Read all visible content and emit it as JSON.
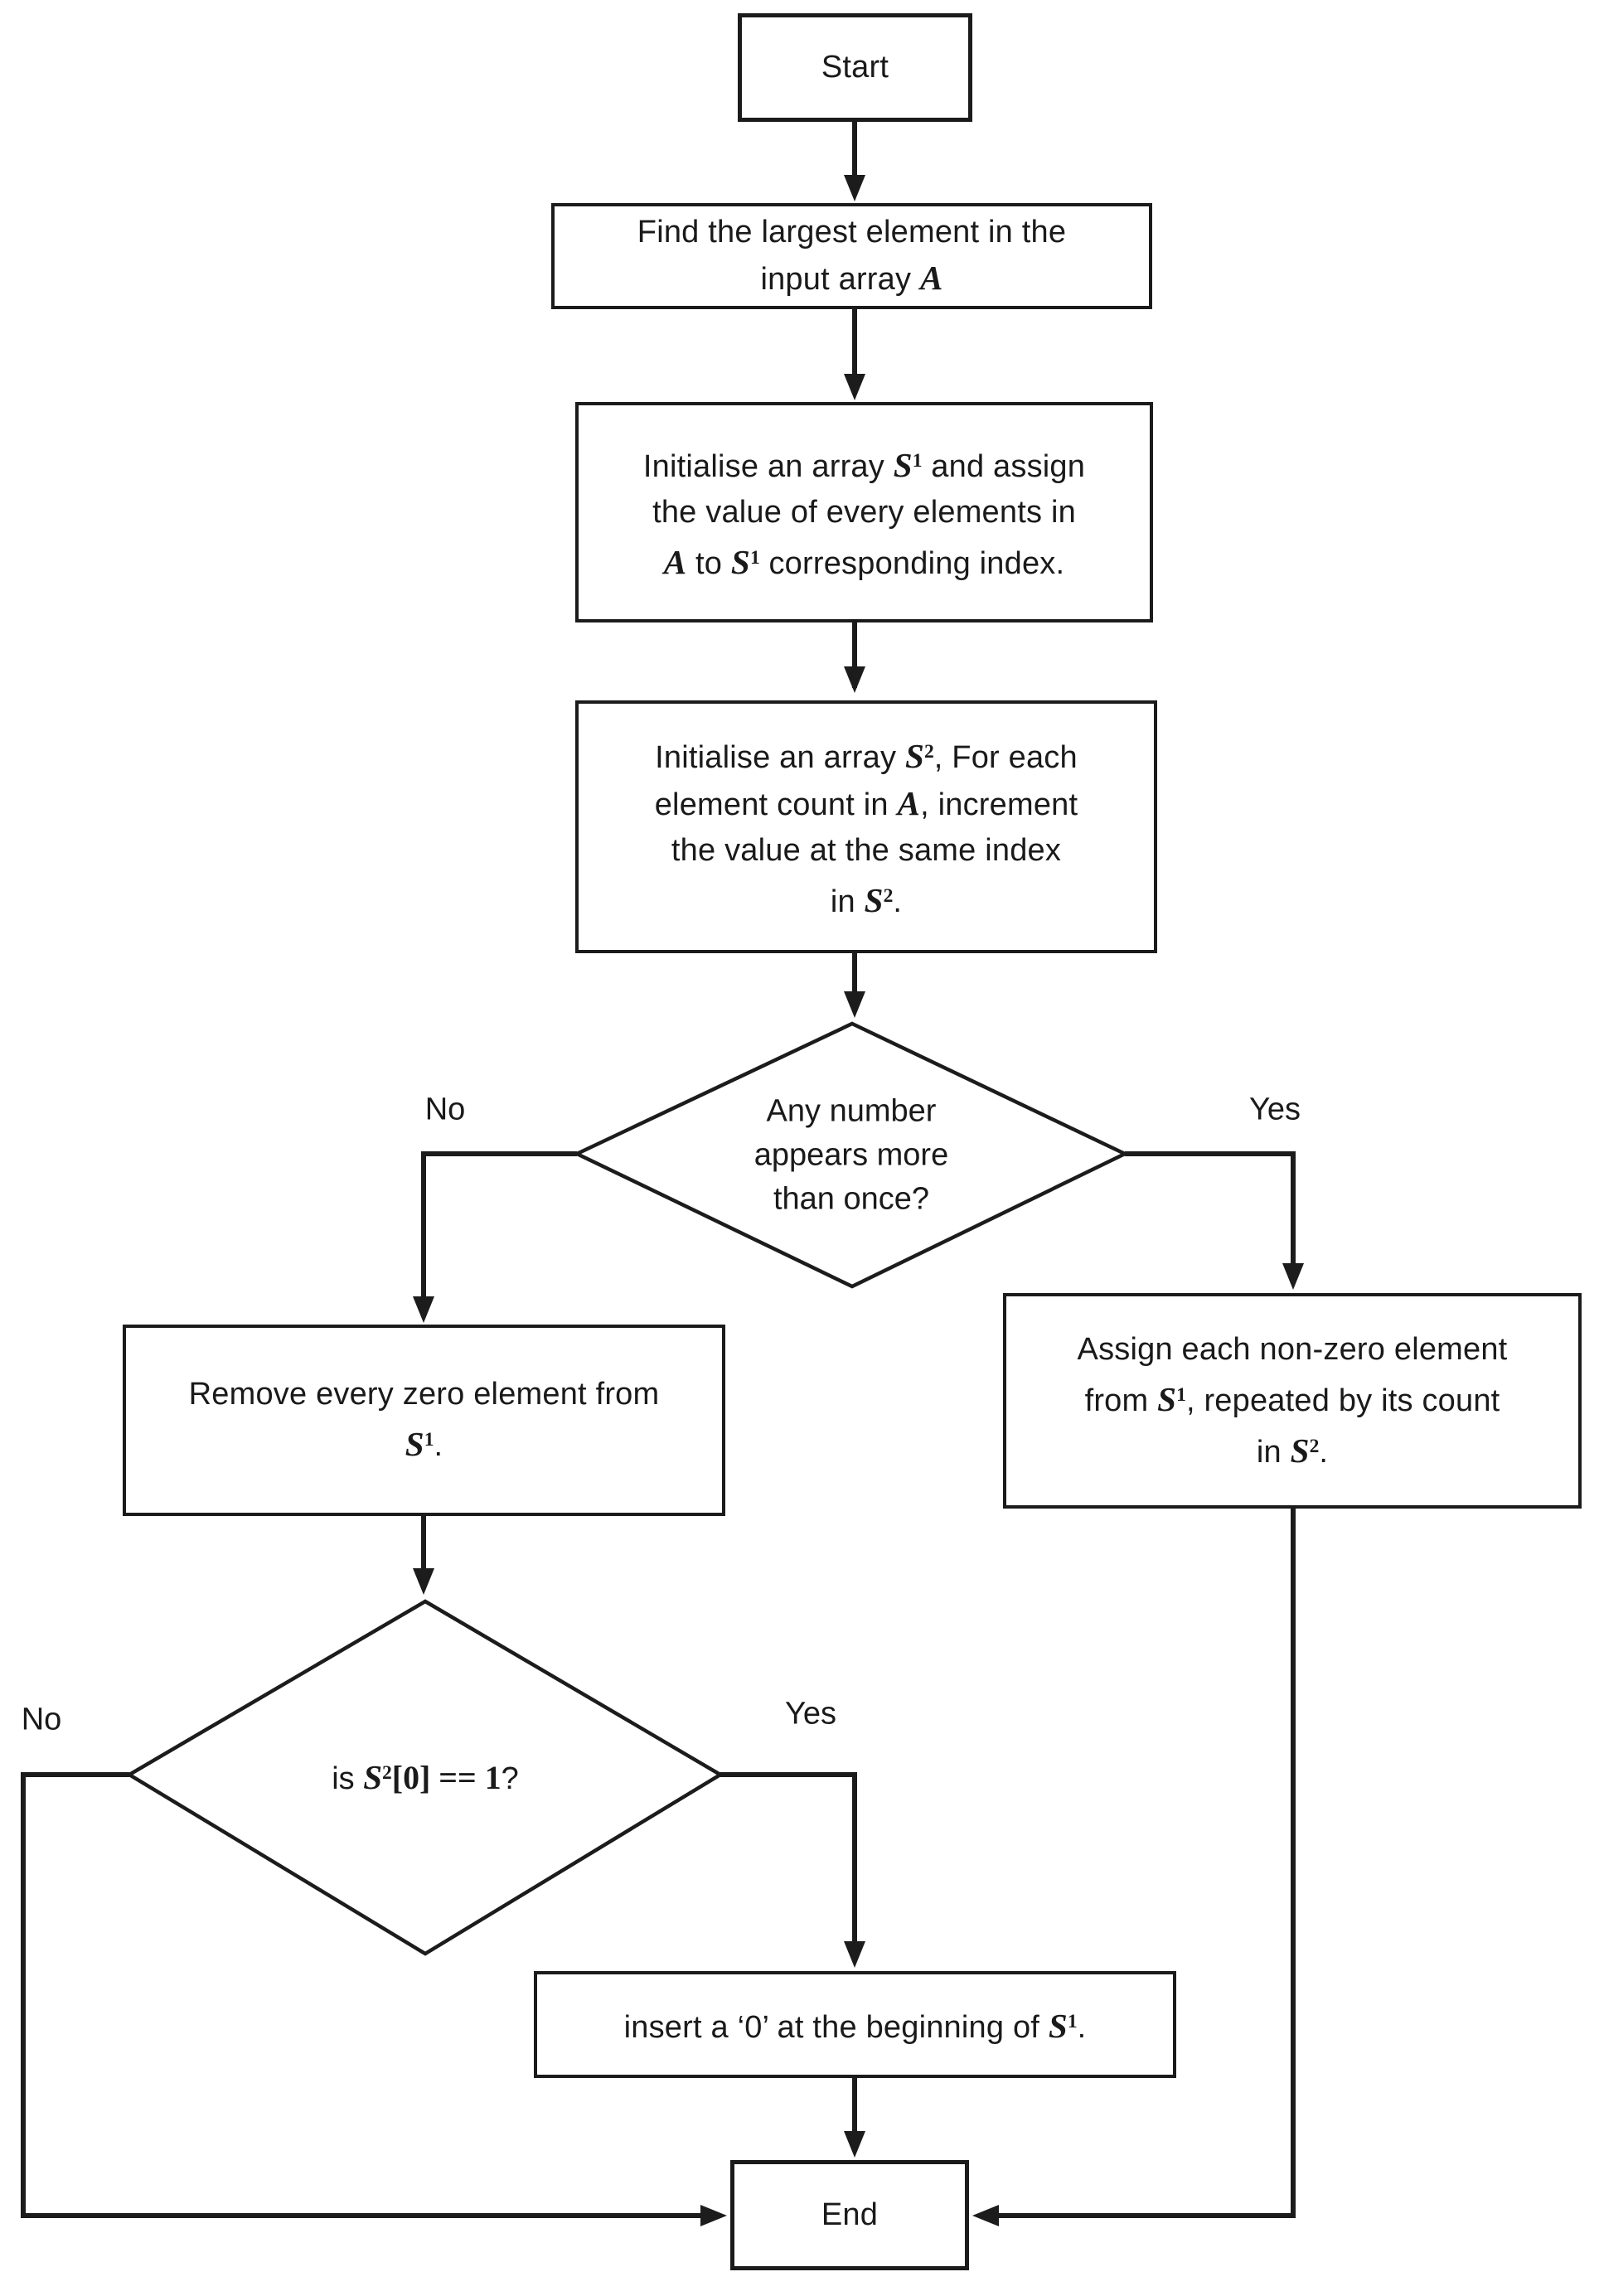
{
  "flowchart": {
    "colors": {
      "background": "#ffffff",
      "line": "#1c1c1c",
      "text": "#1a1a1a"
    },
    "nodes": {
      "start": {
        "label": "Start"
      },
      "find_largest": {
        "lines": [
          "Find the largest element in the",
          "input array A"
        ]
      },
      "init_s1": {
        "lines": [
          "Initialise an array S^1 and assign",
          "the value of every elements in",
          "A to S^1 corresponding index."
        ]
      },
      "init_s2": {
        "lines": [
          "Initialise an array S^2, For each",
          "element count in A, increment",
          "the value at the same index",
          "in S^2."
        ]
      },
      "decision_duplicates": {
        "lines": [
          "Any number",
          "appears more",
          "than once?"
        ]
      },
      "remove_zero": {
        "lines": [
          "Remove every zero element from",
          "S^1."
        ]
      },
      "assign_nonzero": {
        "lines": [
          "Assign each non-zero element",
          "from S^1, repeated by its count",
          "in S^2."
        ]
      },
      "decision_s2_first": {
        "label": "is S^2[0] == 1?"
      },
      "insert_zero": {
        "label": "insert a ‘0’ at the beginning of S^1."
      },
      "end": {
        "label": "End"
      }
    },
    "edge_labels": {
      "duplicates_no": "No",
      "duplicates_yes": "Yes",
      "s2_first_no": "No",
      "s2_first_yes": "Yes"
    }
  }
}
